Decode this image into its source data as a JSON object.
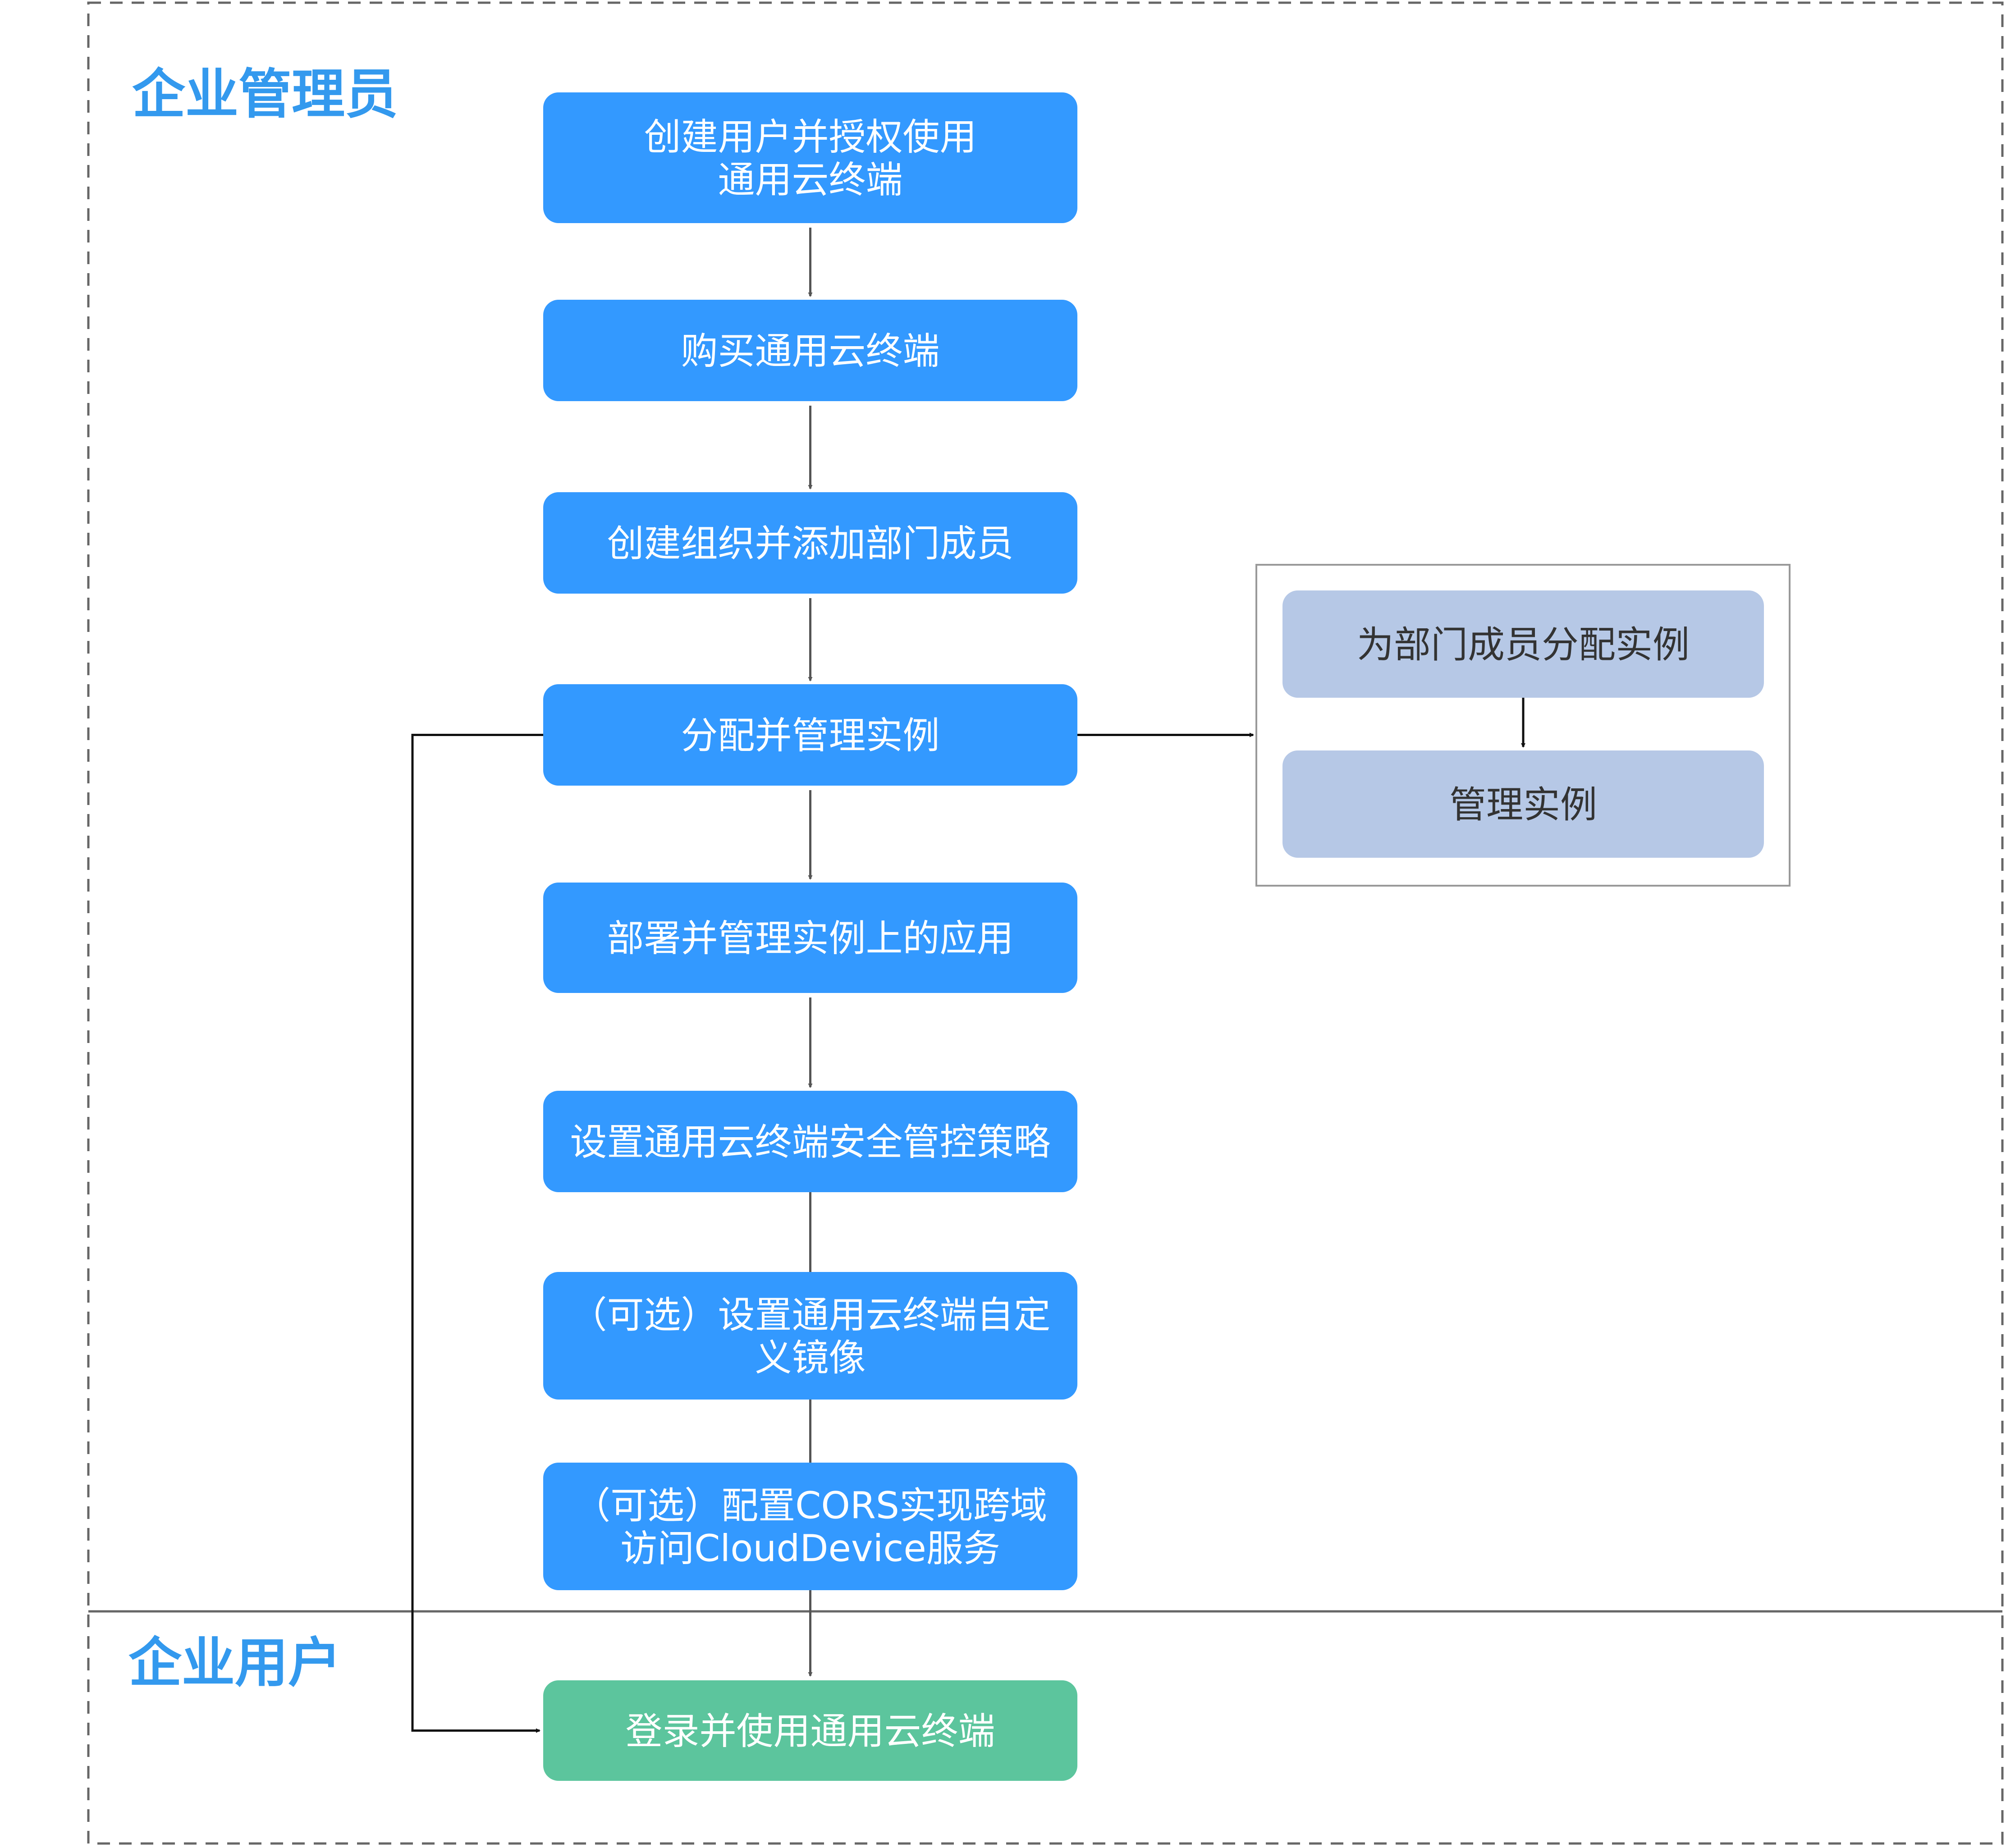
{
  "lanes": {
    "admin_label": "企业管理员",
    "user_label": "企业用户"
  },
  "steps": [
    {
      "id": "create-user",
      "lines": [
        "创建用户并授权使用",
        "通用云终端"
      ]
    },
    {
      "id": "purchase",
      "lines": [
        "购买通用云终端"
      ]
    },
    {
      "id": "create-org",
      "lines": [
        "创建组织并添加部门成员"
      ]
    },
    {
      "id": "allocate-manage",
      "lines": [
        "分配并管理实例"
      ]
    },
    {
      "id": "deploy-apps",
      "lines": [
        "部署并管理实例上的应用"
      ]
    },
    {
      "id": "security-policy",
      "lines": [
        "设置通用云终端安全管控策略"
      ]
    },
    {
      "id": "custom-image",
      "lines": [
        "（可选）设置通用云终端自定",
        "义镜像"
      ]
    },
    {
      "id": "cors",
      "lines": [
        "（可选）配置CORS实现跨域",
        "访问CloudDevice服务"
      ]
    }
  ],
  "user_step": {
    "id": "login",
    "lines": [
      "登录并使用通用云终端"
    ]
  },
  "sub_steps": [
    {
      "id": "assign-instances",
      "lines": [
        "为部门成员分配实例"
      ]
    },
    {
      "id": "manage-instances",
      "lines": [
        "管理实例"
      ]
    }
  ],
  "colors": {
    "admin_step": "#3399ff",
    "user_step": "#5cc59d",
    "sub_step": "#b6c8e6",
    "lane_label": "#3399ee",
    "arrow_gray": "#555555",
    "arrow_black": "#111111",
    "dash_border": "#666666",
    "sub_text": "#333333"
  }
}
